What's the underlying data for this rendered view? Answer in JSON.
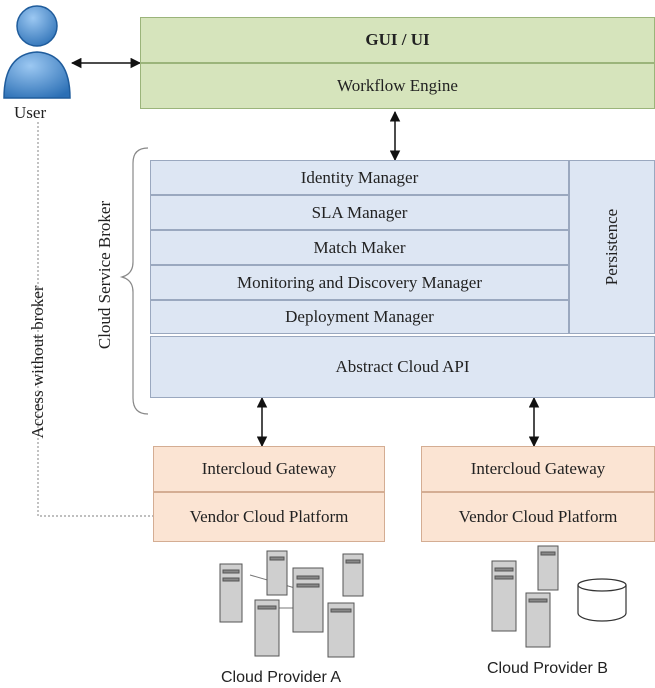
{
  "user": {
    "label": "User"
  },
  "top_block": {
    "gui": "GUI / UI",
    "workflow": "Workflow  Engine"
  },
  "broker": {
    "label": "Cloud Service Broker",
    "rows": [
      "Identity Manager",
      "SLA Manager",
      "Match Maker",
      "Monitoring and Discovery Manager",
      "Deployment Manager"
    ],
    "persistence": "Persistence",
    "api": "Abstract Cloud API"
  },
  "side_label": "Access without broker",
  "provider_a": {
    "gateway": "Intercloud Gateway",
    "platform": "Vendor Cloud Platform",
    "caption": "Cloud Provider A"
  },
  "provider_b": {
    "gateway": "Intercloud Gateway",
    "platform": "Vendor Cloud Platform",
    "caption": "Cloud Provider B"
  },
  "colors": {
    "gui_green": "#d6e4bc",
    "broker_blue": "#dde6f3",
    "vendor_peach": "#fbe4d3"
  }
}
